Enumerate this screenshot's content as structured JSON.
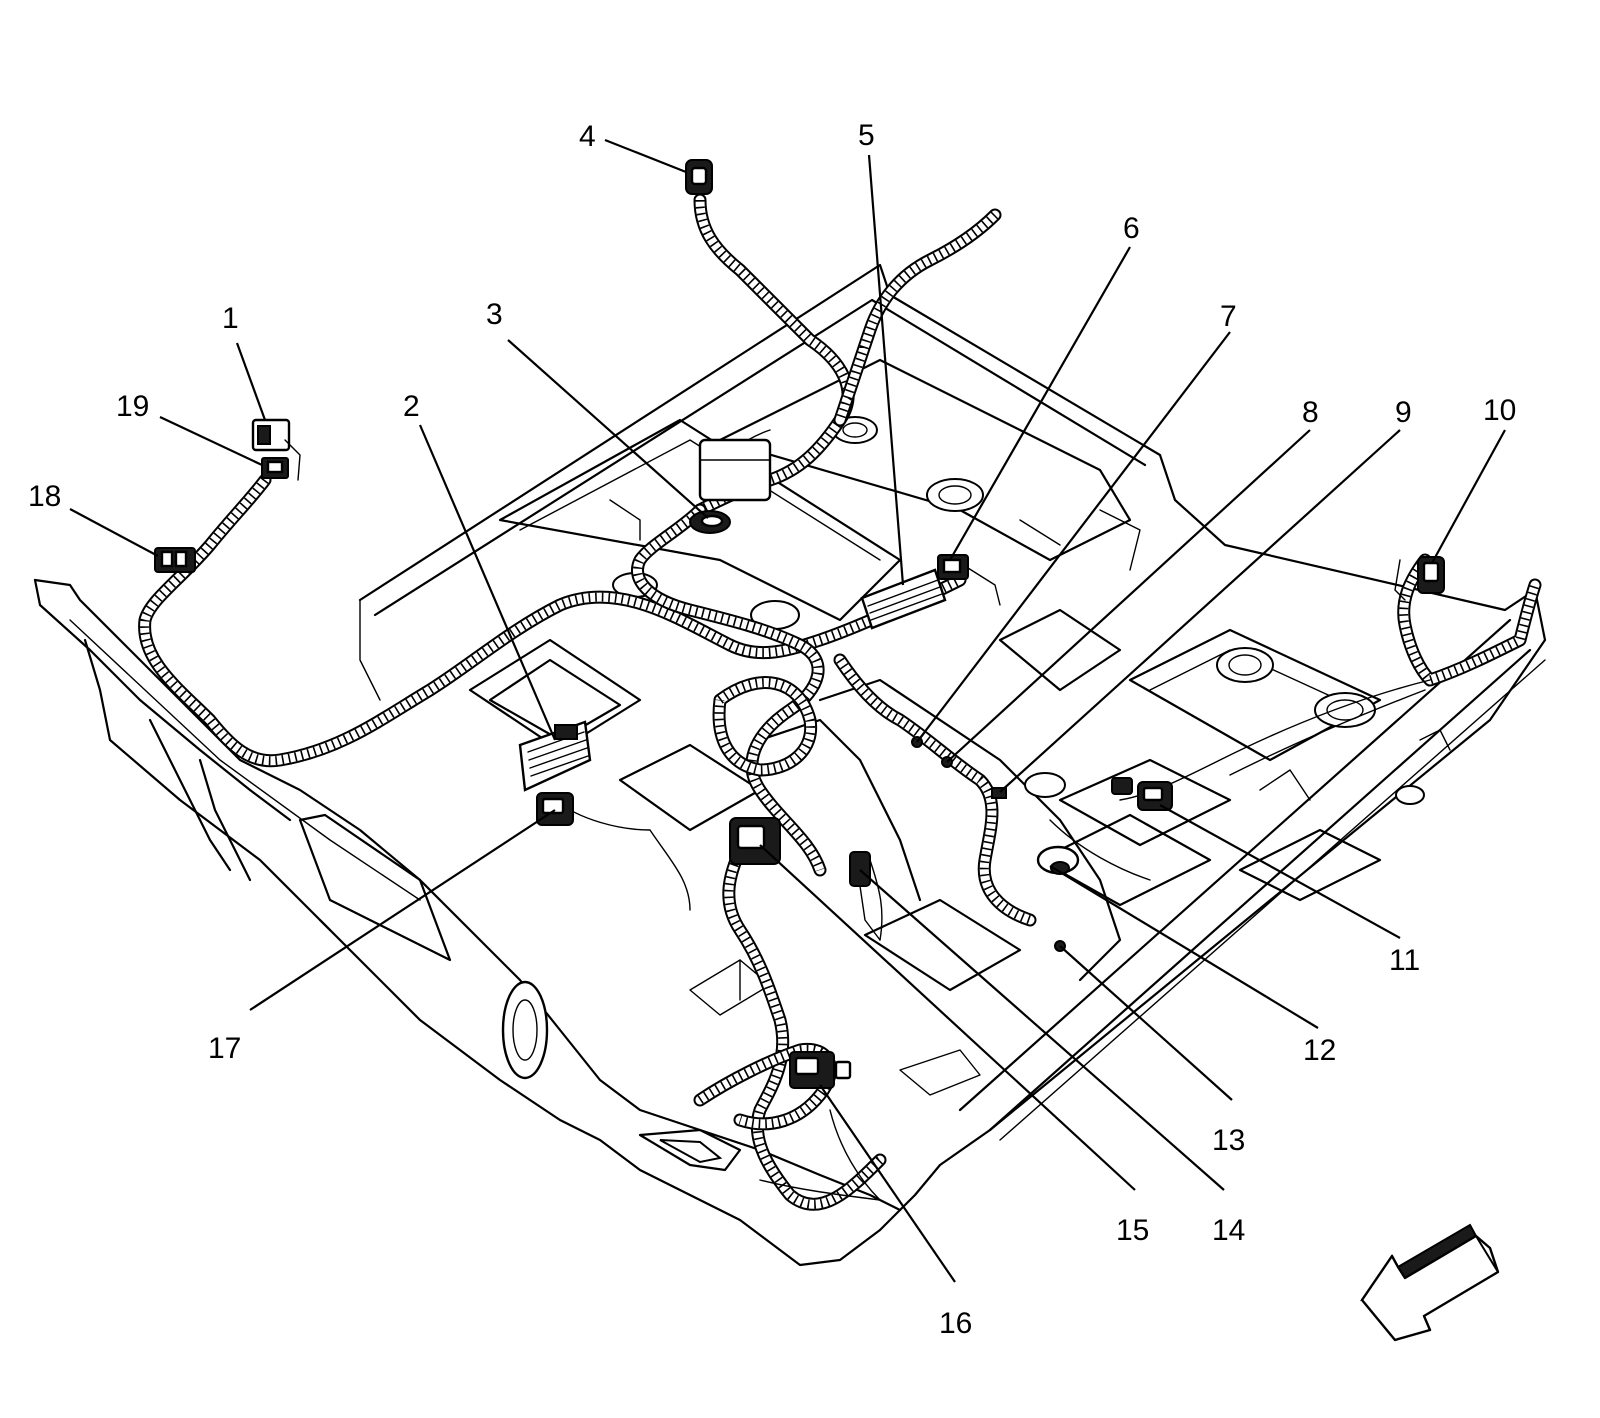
{
  "diagram": {
    "callouts": [
      {
        "id": "1",
        "label": "1"
      },
      {
        "id": "2",
        "label": "2"
      },
      {
        "id": "3",
        "label": "3"
      },
      {
        "id": "4",
        "label": "4"
      },
      {
        "id": "5",
        "label": "5"
      },
      {
        "id": "6",
        "label": "6"
      },
      {
        "id": "7",
        "label": "7"
      },
      {
        "id": "8",
        "label": "8"
      },
      {
        "id": "9",
        "label": "9"
      },
      {
        "id": "10",
        "label": "10"
      },
      {
        "id": "11",
        "label": "11"
      },
      {
        "id": "12",
        "label": "12"
      },
      {
        "id": "13",
        "label": "13"
      },
      {
        "id": "14",
        "label": "14"
      },
      {
        "id": "15",
        "label": "15"
      },
      {
        "id": "16",
        "label": "16"
      },
      {
        "id": "17",
        "label": "17"
      },
      {
        "id": "18",
        "label": "18"
      },
      {
        "id": "19",
        "label": "19"
      }
    ],
    "orientation_arrow": "forward-direction-arrow"
  }
}
